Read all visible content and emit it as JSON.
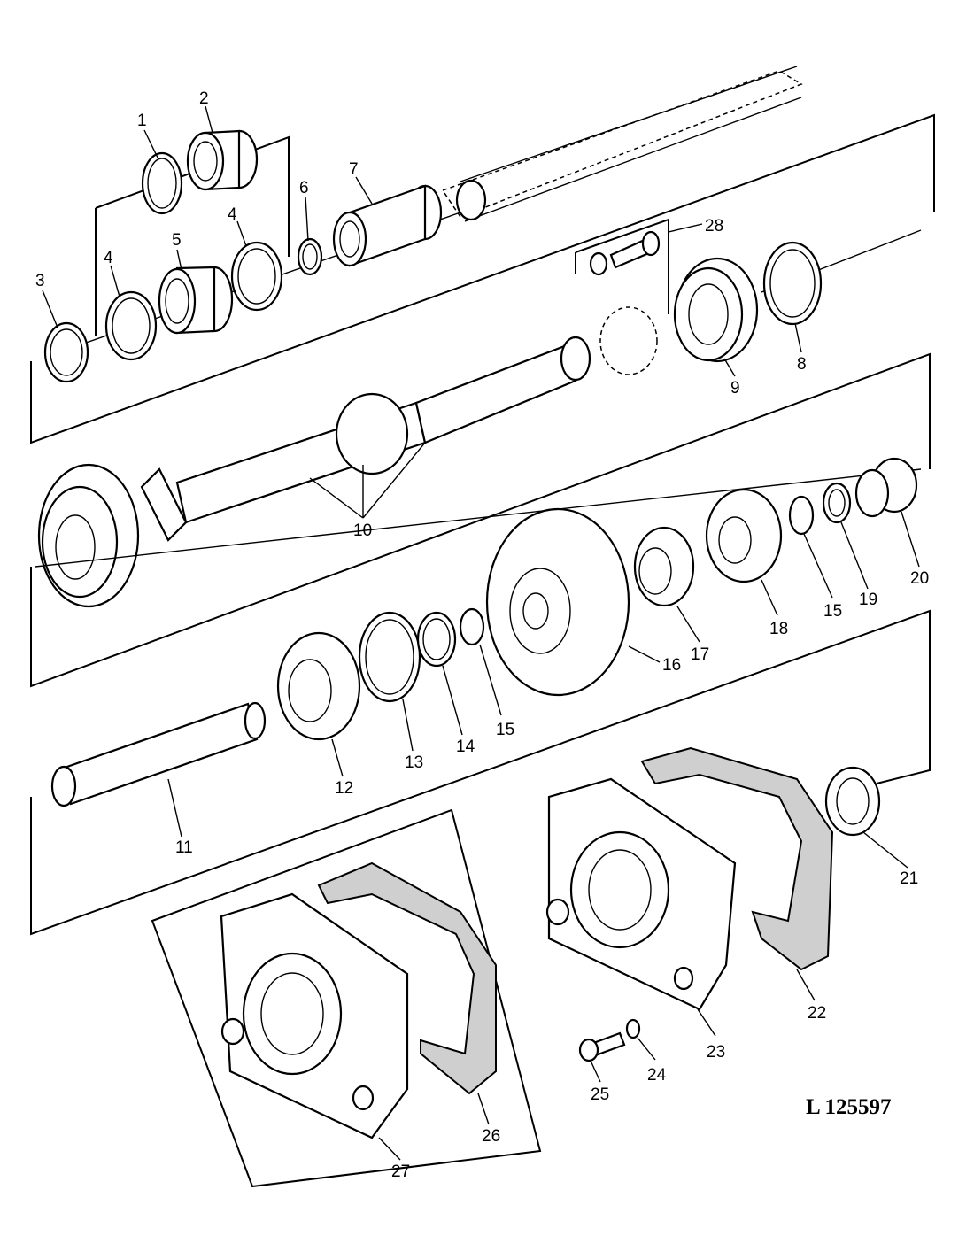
{
  "figure": {
    "reference": "L 125597",
    "callouts": [
      {
        "id": "1",
        "text": "1"
      },
      {
        "id": "2",
        "text": "2"
      },
      {
        "id": "3",
        "text": "3"
      },
      {
        "id": "4a",
        "text": "4"
      },
      {
        "id": "4b",
        "text": "4"
      },
      {
        "id": "5",
        "text": "5"
      },
      {
        "id": "6",
        "text": "6"
      },
      {
        "id": "7",
        "text": "7"
      },
      {
        "id": "8",
        "text": "8"
      },
      {
        "id": "9",
        "text": "9"
      },
      {
        "id": "10",
        "text": "10"
      },
      {
        "id": "11",
        "text": "11"
      },
      {
        "id": "12",
        "text": "12"
      },
      {
        "id": "13",
        "text": "13"
      },
      {
        "id": "14",
        "text": "14"
      },
      {
        "id": "15a",
        "text": "15"
      },
      {
        "id": "15b",
        "text": "15"
      },
      {
        "id": "16",
        "text": "16"
      },
      {
        "id": "17",
        "text": "17"
      },
      {
        "id": "18",
        "text": "18"
      },
      {
        "id": "19",
        "text": "19"
      },
      {
        "id": "20",
        "text": "20"
      },
      {
        "id": "21",
        "text": "21"
      },
      {
        "id": "22",
        "text": "22"
      },
      {
        "id": "23",
        "text": "23"
      },
      {
        "id": "24",
        "text": "24"
      },
      {
        "id": "25",
        "text": "25"
      },
      {
        "id": "26",
        "text": "26"
      },
      {
        "id": "27",
        "text": "27"
      },
      {
        "id": "28",
        "text": "28"
      }
    ]
  }
}
